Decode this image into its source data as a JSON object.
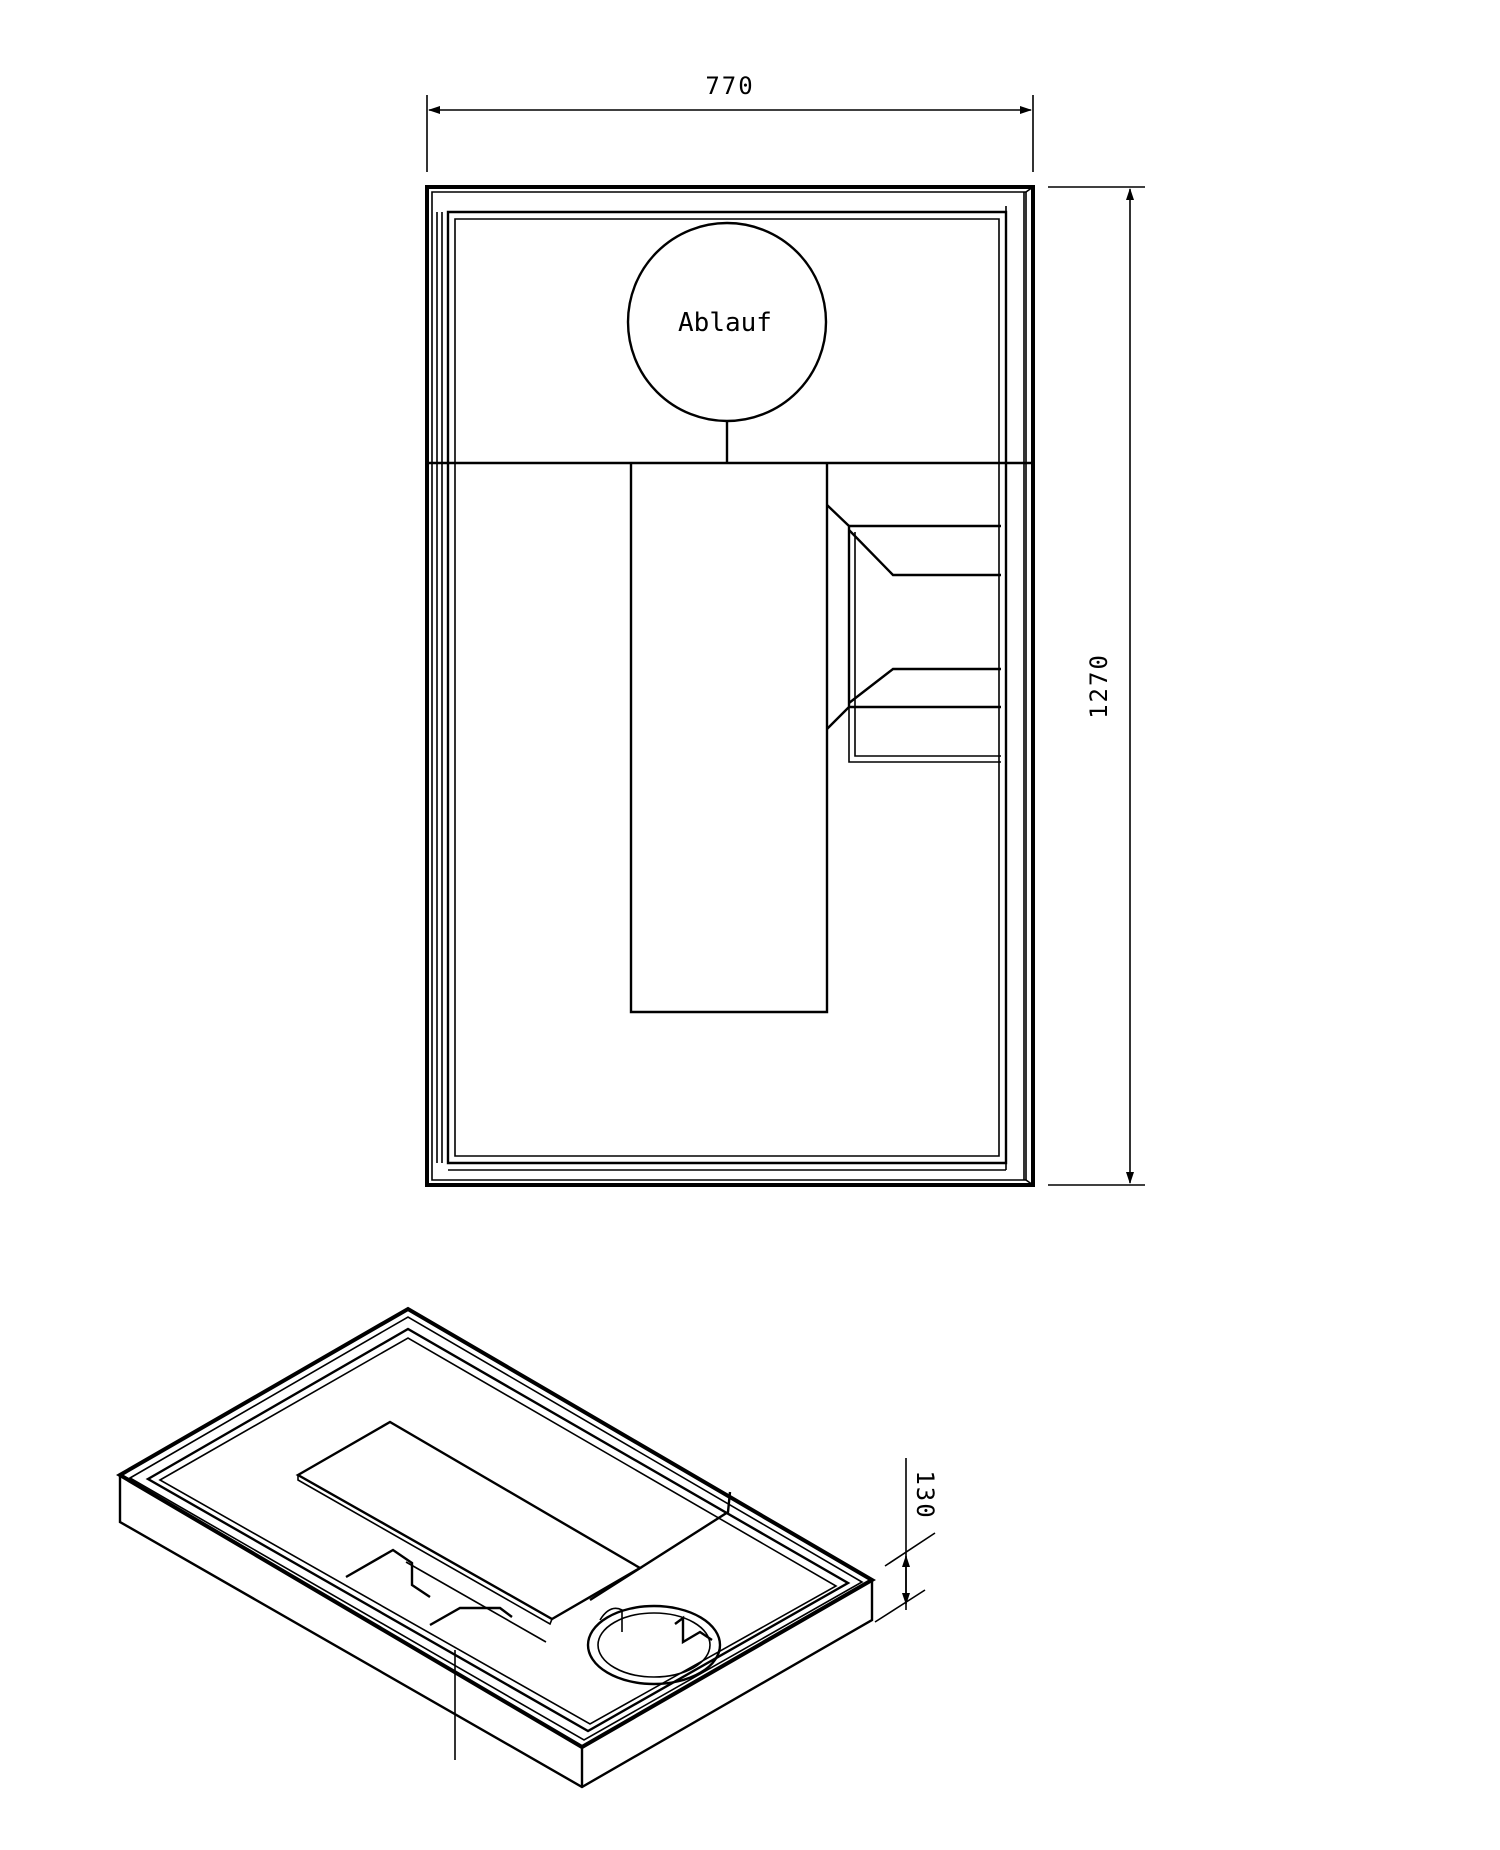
{
  "top_view": {
    "width_dimension": "770",
    "length_dimension": "1270",
    "drain_label": "Ablauf"
  },
  "iso_view": {
    "height_dimension": "130"
  }
}
